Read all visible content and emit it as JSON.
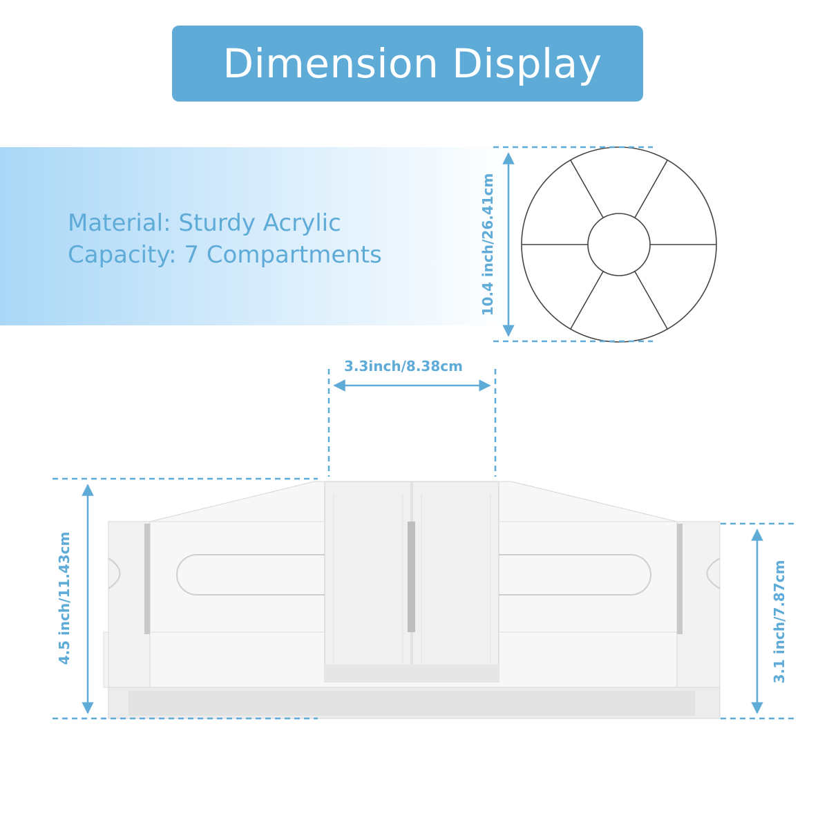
{
  "title": "Dimension Display",
  "specs": {
    "material": "Material: Sturdy Acrylic",
    "capacity": "Capacity: 7 Compartments"
  },
  "dimensions": {
    "diameter": "10.4 inch/26.41cm",
    "compartment_width": "3.3inch/8.38cm",
    "total_height": "4.5 inch/11.43cm",
    "side_height": "3.1 inch/7.87cm"
  },
  "colors": {
    "accent": "#5fabd8",
    "gradient": "#a9d7f6"
  }
}
